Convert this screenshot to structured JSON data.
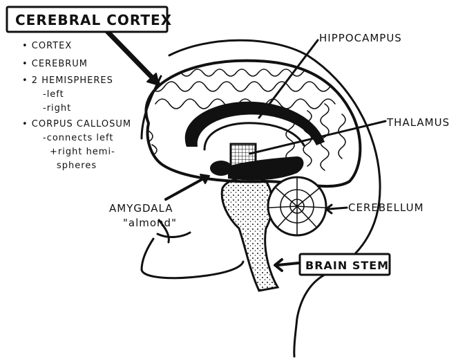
{
  "labels": {
    "cerebral_cortex": "CEREBRAL CORTEX",
    "hippocampus": "HIPPOCAMPUS",
    "thalamus": "THALAMUS",
    "amygdala": "AMYGDALA",
    "amygdala_note": "\"almond\"",
    "cerebellum": "CEREBELLUM",
    "brain_stem": "BRAIN STEM"
  },
  "notes": [
    "• CORTEX",
    "• CEREBRUM",
    "• 2 HEMISPHERES",
    "-left",
    "-right",
    "• CORPUS CALLOSUM",
    "-connects left",
    "+right hemi-",
    "spheres"
  ],
  "colors": {
    "ink": "#111111",
    "paper": "#ffffff"
  }
}
